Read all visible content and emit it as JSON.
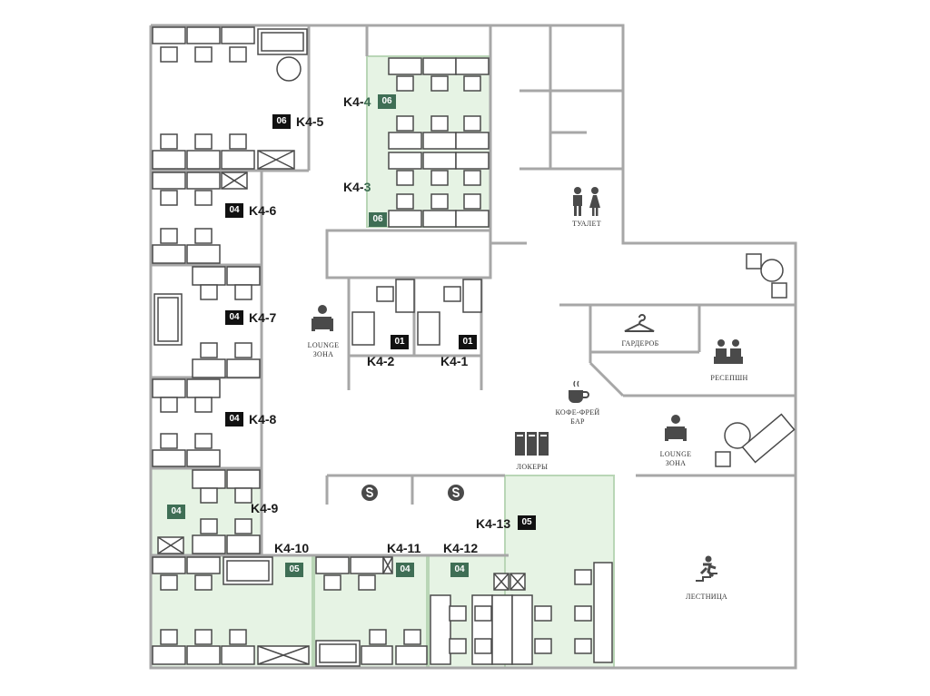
{
  "colors": {
    "wall": "#a7a7a7",
    "furniture": "#4a4a4a",
    "leased_fill": "#e6f3e4",
    "leased_stroke": "#b9d6b6",
    "badge_dark": "#111111",
    "badge_green": "#3f6e55"
  },
  "rooms": [
    {
      "id": "K4-5",
      "label": "K4-5",
      "seats": "06",
      "badge": "dark"
    },
    {
      "id": "K4-4",
      "label": "K4-",
      "label_suffix": "4",
      "seats": "06",
      "badge": "green"
    },
    {
      "id": "K4-3",
      "label": "K4-",
      "label_suffix": "3",
      "seats": "06",
      "badge": "green"
    },
    {
      "id": "K4-6",
      "label": "K4-6",
      "seats": "04",
      "badge": "dark"
    },
    {
      "id": "K4-7",
      "label": "K4-7",
      "seats": "04",
      "badge": "dark"
    },
    {
      "id": "K4-8",
      "label": "K4-8",
      "seats": "04",
      "badge": "dark"
    },
    {
      "id": "K4-9",
      "label": "K4-9",
      "seats": "04",
      "badge": "green"
    },
    {
      "id": "K4-10",
      "label": "K4-10",
      "seats": "05",
      "badge": "green"
    },
    {
      "id": "K4-11",
      "label": "K4-11",
      "seats": "04",
      "badge": "green"
    },
    {
      "id": "K4-12",
      "label": "K4-12",
      "seats": "04",
      "badge": "green"
    },
    {
      "id": "K4-13",
      "label": "K4-13",
      "seats": "05",
      "badge": "dark"
    },
    {
      "id": "K4-2",
      "label": "K4-2",
      "seats": "01",
      "badge": "dark"
    },
    {
      "id": "K4-1",
      "label": "K4-1",
      "seats": "01",
      "badge": "dark"
    }
  ],
  "zones": {
    "lounge_left": [
      "LOUNGE",
      "ЗОНА"
    ],
    "lounge_right": [
      "LOUNGE",
      "ЗОНА"
    ],
    "toilet": "ТУАЛЕТ",
    "wardrobe": "ГАРДЕРОБ",
    "reception": "РЕСЕПШН",
    "coffee": [
      "КОФЕ-ФРЕЙ",
      "БАР"
    ],
    "lockers": "ЛОКЕРЫ",
    "stairs": "ЛЕСТНИЦА"
  },
  "icons": {
    "lounge": "armchair-person-icon",
    "toilet": "man-woman-icon",
    "wardrobe": "hanger-icon",
    "reception": "receptionists-icon",
    "coffee": "coffee-cup-icon",
    "lockers": "lockers-icon",
    "stairs": "stairs-icon",
    "skype": "skype-icon"
  }
}
